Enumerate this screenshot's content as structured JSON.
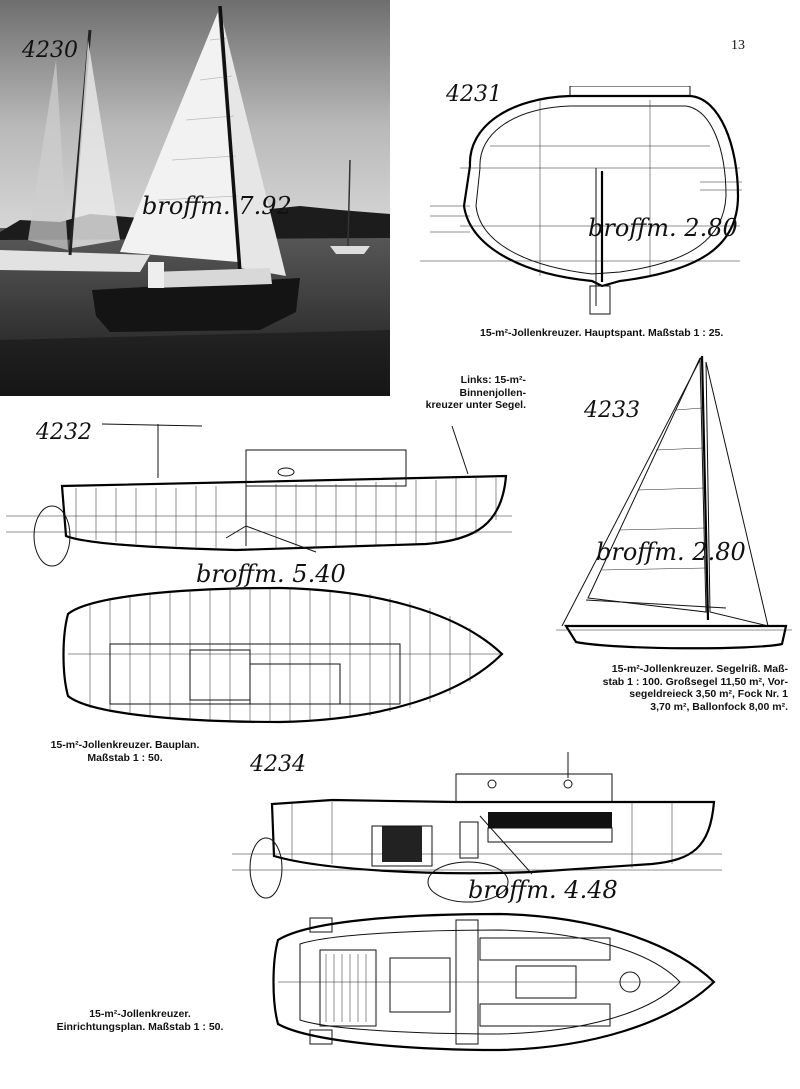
{
  "page": {
    "number": "13"
  },
  "photo": {
    "catalog_number": "4230",
    "handwritten_note": "broffm. 7.92",
    "caption": [
      "Links: 15-m²-Binnenjollen-",
      "kreuzer unter Segel."
    ]
  },
  "figures": [
    {
      "id": "hauptspant",
      "catalog_number": "4231",
      "handwritten_note": "broffm. 2.80",
      "caption": [
        "15-m²-Jollenkreuzer.  Hauptspant.  Maßstab 1 : 25."
      ]
    },
    {
      "id": "bauplan",
      "catalog_number": "4232",
      "handwritten_note": "broffm. 5.40",
      "caption": [
        "15-m²-Jollenkreuzer.  Bauplan.",
        "Maßstab 1 : 50."
      ]
    },
    {
      "id": "segelriss",
      "catalog_number": "4233",
      "handwritten_note": "broffm. 2.80",
      "caption": [
        "15-m²-Jollenkreuzer.  Segelriß.  Maß-",
        "stab 1 : 100.  Großsegel 11,50 m², Vor-",
        "segeldreieck 3,50 m², Fock Nr. 1",
        "3,70 m², Ballonfock 8,00 m²."
      ]
    },
    {
      "id": "einrichtungsplan",
      "catalog_number": "4234",
      "handwritten_note": "broffm. 4.48",
      "caption": [
        "15-m²-Jollenkreuzer.",
        "Einrichtungsplan.  Maßstab 1 : 50."
      ]
    }
  ]
}
